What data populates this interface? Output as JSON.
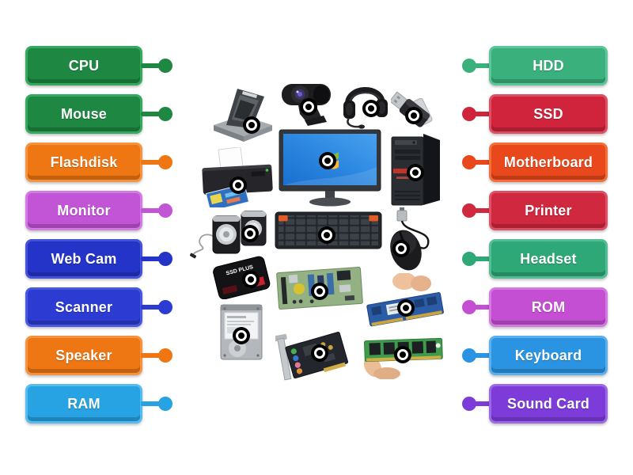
{
  "activity": {
    "background": "#ffffff",
    "type": "labelled-diagram-matching"
  },
  "left_labels": [
    {
      "text": "CPU",
      "bg": "#1e8843",
      "edge": "#35a95d"
    },
    {
      "text": "Mouse",
      "bg": "#1e8843",
      "edge": "#35a95d"
    },
    {
      "text": "Flashdisk",
      "bg": "#ee7613",
      "edge": "#f59440"
    },
    {
      "text": "Monitor",
      "bg": "#c254d6",
      "edge": "#d47ae4"
    },
    {
      "text": "Web Cam",
      "bg": "#2434c8",
      "edge": "#4451d8"
    },
    {
      "text": "Scanner",
      "bg": "#2c3cd2",
      "edge": "#4a58de"
    },
    {
      "text": "Speaker",
      "bg": "#ee7613",
      "edge": "#f59440"
    },
    {
      "text": "RAM",
      "bg": "#27a2e2",
      "edge": "#54bcee"
    }
  ],
  "right_labels": [
    {
      "text": "HDD",
      "bg": "#3ab07d",
      "edge": "#5ec59b"
    },
    {
      "text": "SSD",
      "bg": "#d0243c",
      "edge": "#dd4f63"
    },
    {
      "text": "Motherboard",
      "bg": "#e8481c",
      "edge": "#f2703c"
    },
    {
      "text": "Printer",
      "bg": "#d0283e",
      "edge": "#dd5065"
    },
    {
      "text": "Headset",
      "bg": "#2fa878",
      "edge": "#55bd96"
    },
    {
      "text": "ROM",
      "bg": "#c44fd2",
      "edge": "#d478e2"
    },
    {
      "text": "Keyboard",
      "bg": "#2b94e2",
      "edge": "#5bb0ec"
    },
    {
      "text": "Sound Card",
      "bg": "#7d3cd9",
      "edge": "#9d68e6"
    }
  ],
  "dot": {
    "fill": "#000000",
    "ring": "#ffffff"
  },
  "center": {
    "ssd_text": "SSD PLUS"
  },
  "hotspots": [
    "flatbed-scanner",
    "webcam",
    "headset",
    "usb-flash-drive",
    "monitor",
    "printer",
    "pc-tower-case",
    "pc-speakers",
    "keyboard",
    "wired-mouse",
    "ssd-drive",
    "motherboard",
    "ram-module-blue",
    "hard-disk-drive",
    "sound-card",
    "ram-module-green"
  ]
}
